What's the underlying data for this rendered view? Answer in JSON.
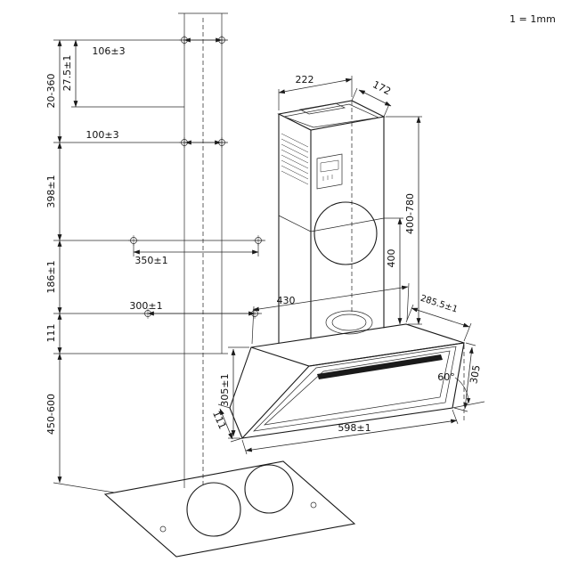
{
  "note": {
    "scale": "1 = 1mm"
  },
  "colors": {
    "ink": "#1a1a1a"
  },
  "wall_template": {
    "hole_spacing_top": "106±3",
    "hole_spacing_mid": "100±3",
    "offset_top": "27.5±1",
    "adjust_range": "20-360",
    "spacing_upper": "398±1",
    "bracket_width_upper": "350±1",
    "spacing_mid": "186±1",
    "bracket_width_lower": "300±1",
    "spacing_lower": "111",
    "hob_clearance": "450-600"
  },
  "chimney": {
    "width": "222",
    "depth": "172",
    "height_range": "400-780",
    "section_height": "400"
  },
  "hood": {
    "top_width": "430",
    "top_depth": "285.5±1",
    "back_height": "305±1",
    "panel_length": "305",
    "panel_angle": "60°",
    "bottom_depth": "111",
    "width": "598±1"
  }
}
